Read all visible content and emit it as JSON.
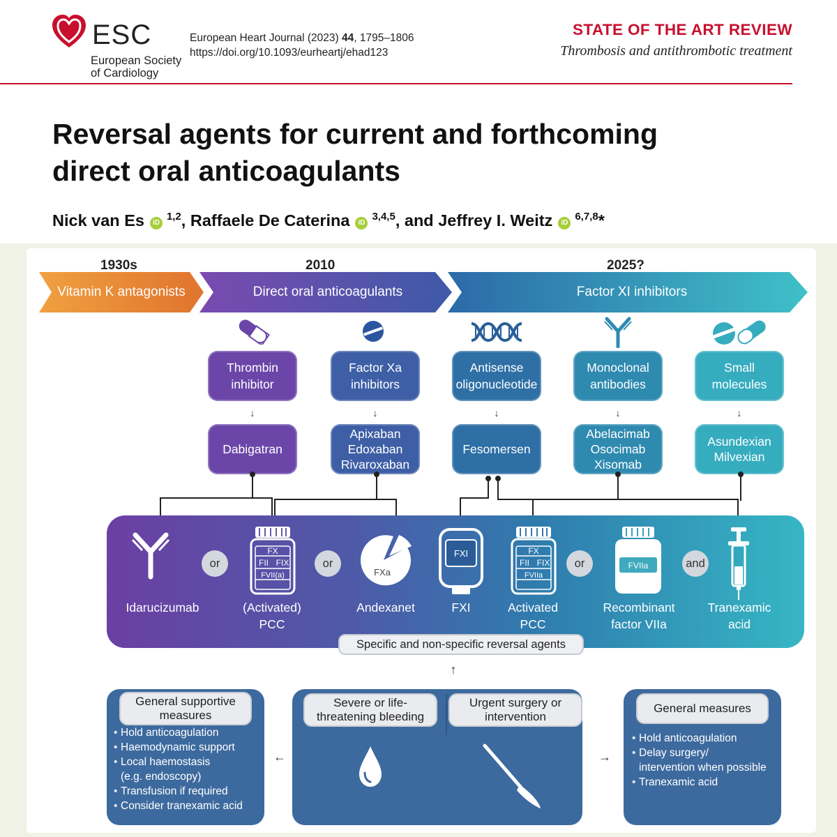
{
  "header": {
    "esc_abbrev": "ESC",
    "esc_name_line1": "European Society",
    "esc_name_line2": "of Cardiology",
    "journal_citation_pre": "European Heart Journal (2023) ",
    "journal_volume": "44",
    "journal_pages": ", 1795–1806",
    "doi": "https://doi.org/10.1093/eurheartj/ehad123",
    "section": "STATE OF THE ART REVIEW",
    "subsection": "Thrombosis and antithrombotic treatment",
    "colors": {
      "brand_red": "#c8102e",
      "orcid_green": "#a6ce39"
    }
  },
  "paper": {
    "title_line1": "Reversal agents for current and forthcoming",
    "title_line2": "direct oral anticoagulants",
    "authors": [
      {
        "name": "Nick van Es",
        "affil": "1,2",
        "sep": ", "
      },
      {
        "name": "Raffaele De Caterina",
        "affil": "3,4,5",
        "sep": ", and "
      },
      {
        "name": "Jeffrey I. Weitz",
        "affil": "6,7,8",
        "sep": ""
      }
    ],
    "orcid_mark": "iD",
    "corresponding_mark": "*"
  },
  "figure": {
    "timeline": {
      "eras": [
        "1930s",
        "2010",
        "2025?"
      ],
      "segments": [
        {
          "label": "Vitamin K antagonists",
          "color": "#e8873a"
        },
        {
          "label": "Direct oral anticoagulants",
          "color": "#6b46a8"
        },
        {
          "label": "Factor XI inhibitors",
          "color": "#2e7fb0"
        }
      ]
    },
    "classes": [
      {
        "label": "Thrombin\ninhibitor",
        "icon": "capsule-icon",
        "color": "#6b46a8",
        "drugs": "Dabigatran"
      },
      {
        "label": "Factor Xa\ninhibitors",
        "icon": "tablet-icon",
        "color": "#3e5fa6",
        "drugs": "Apixaban\nEdoxaban\nRivaroxaban"
      },
      {
        "label": "Antisense\noligonucleotide",
        "icon": "dna-icon",
        "color": "#2e6fa5",
        "drugs": "Fesomersen"
      },
      {
        "label": "Monoclonal\nantibodies",
        "icon": "antibody-icon",
        "color": "#2f8ab0",
        "drugs": "Abelacimab\nOsocimab\nXisomab"
      },
      {
        "label": "Small\nmolecules",
        "icon": "pills-icon",
        "color": "#36acbf",
        "drugs": "Asundexian\nMilvexian"
      }
    ],
    "agents": [
      {
        "label": "Idarucizumab",
        "icon": "antibody-icon"
      },
      {
        "label": "(Activated)\nPCC",
        "icon": "bottle-icon",
        "bottle_text": [
          "FX",
          "FII",
          "FIX",
          "FVII(a)"
        ]
      },
      {
        "label": "Andexanet",
        "icon": "pie-icon",
        "icon_text": "FXa"
      },
      {
        "label": "FXI",
        "icon": "bag-icon",
        "icon_text": "FXI"
      },
      {
        "label": "Activated\nPCC",
        "icon": "bottle-icon",
        "bottle_text": [
          "FX",
          "FII",
          "FIX",
          "FVIIa"
        ]
      },
      {
        "label": "Recombinant\nfactor VIIa",
        "icon": "vial-icon",
        "icon_text": "FVIIa"
      },
      {
        "label": "Tranexamic\nacid",
        "icon": "syringe-icon"
      }
    ],
    "conjunctions": [
      "or",
      "or",
      "or",
      "and"
    ],
    "reversal_caption": "Specific and non-specific reversal agents",
    "bleeding": {
      "left_header": "Severe or life-\nthreatening bleeding",
      "right_header": "Urgent surgery or\nintervention"
    },
    "supportive": {
      "header": "General supportive\nmeasures",
      "items": [
        "Hold anticoagulation",
        "Haemodynamic support",
        "Local haemostasis",
        "(e.g. endoscopy)",
        "Transfusion if required",
        "Consider tranexamic acid"
      ]
    },
    "general": {
      "header": "General measures",
      "items": [
        "Hold anticoagulation",
        "Delay surgery/",
        "intervention when possible",
        "Tranexamic acid"
      ]
    }
  }
}
